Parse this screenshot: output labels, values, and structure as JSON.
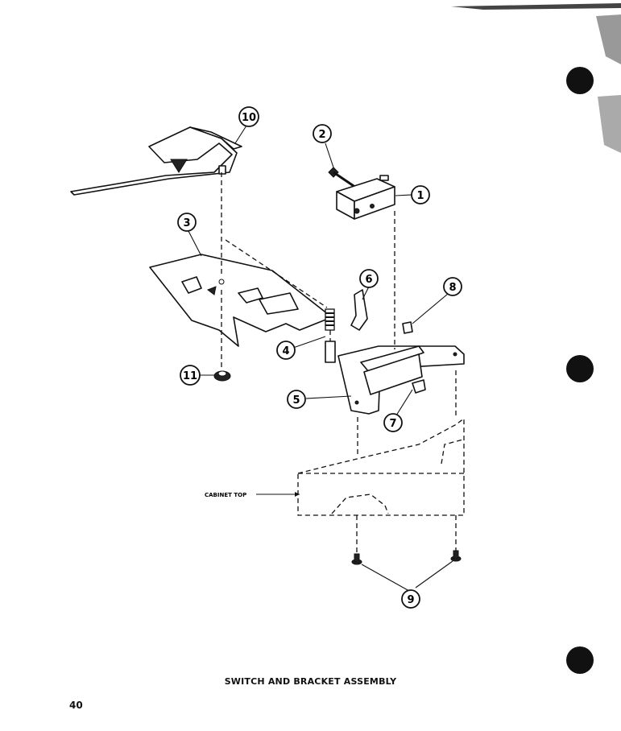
{
  "caption": "SWITCH AND BRACKET ASSEMBLY",
  "page_number": "40",
  "cabinet_label": "CABINET TOP",
  "callouts": {
    "c1": "1",
    "c2": "2",
    "c3": "3",
    "c4": "4",
    "c5": "5",
    "c6": "6",
    "c7": "7",
    "c8": "8",
    "c9": "9",
    "c10": "10",
    "c11": "11"
  }
}
